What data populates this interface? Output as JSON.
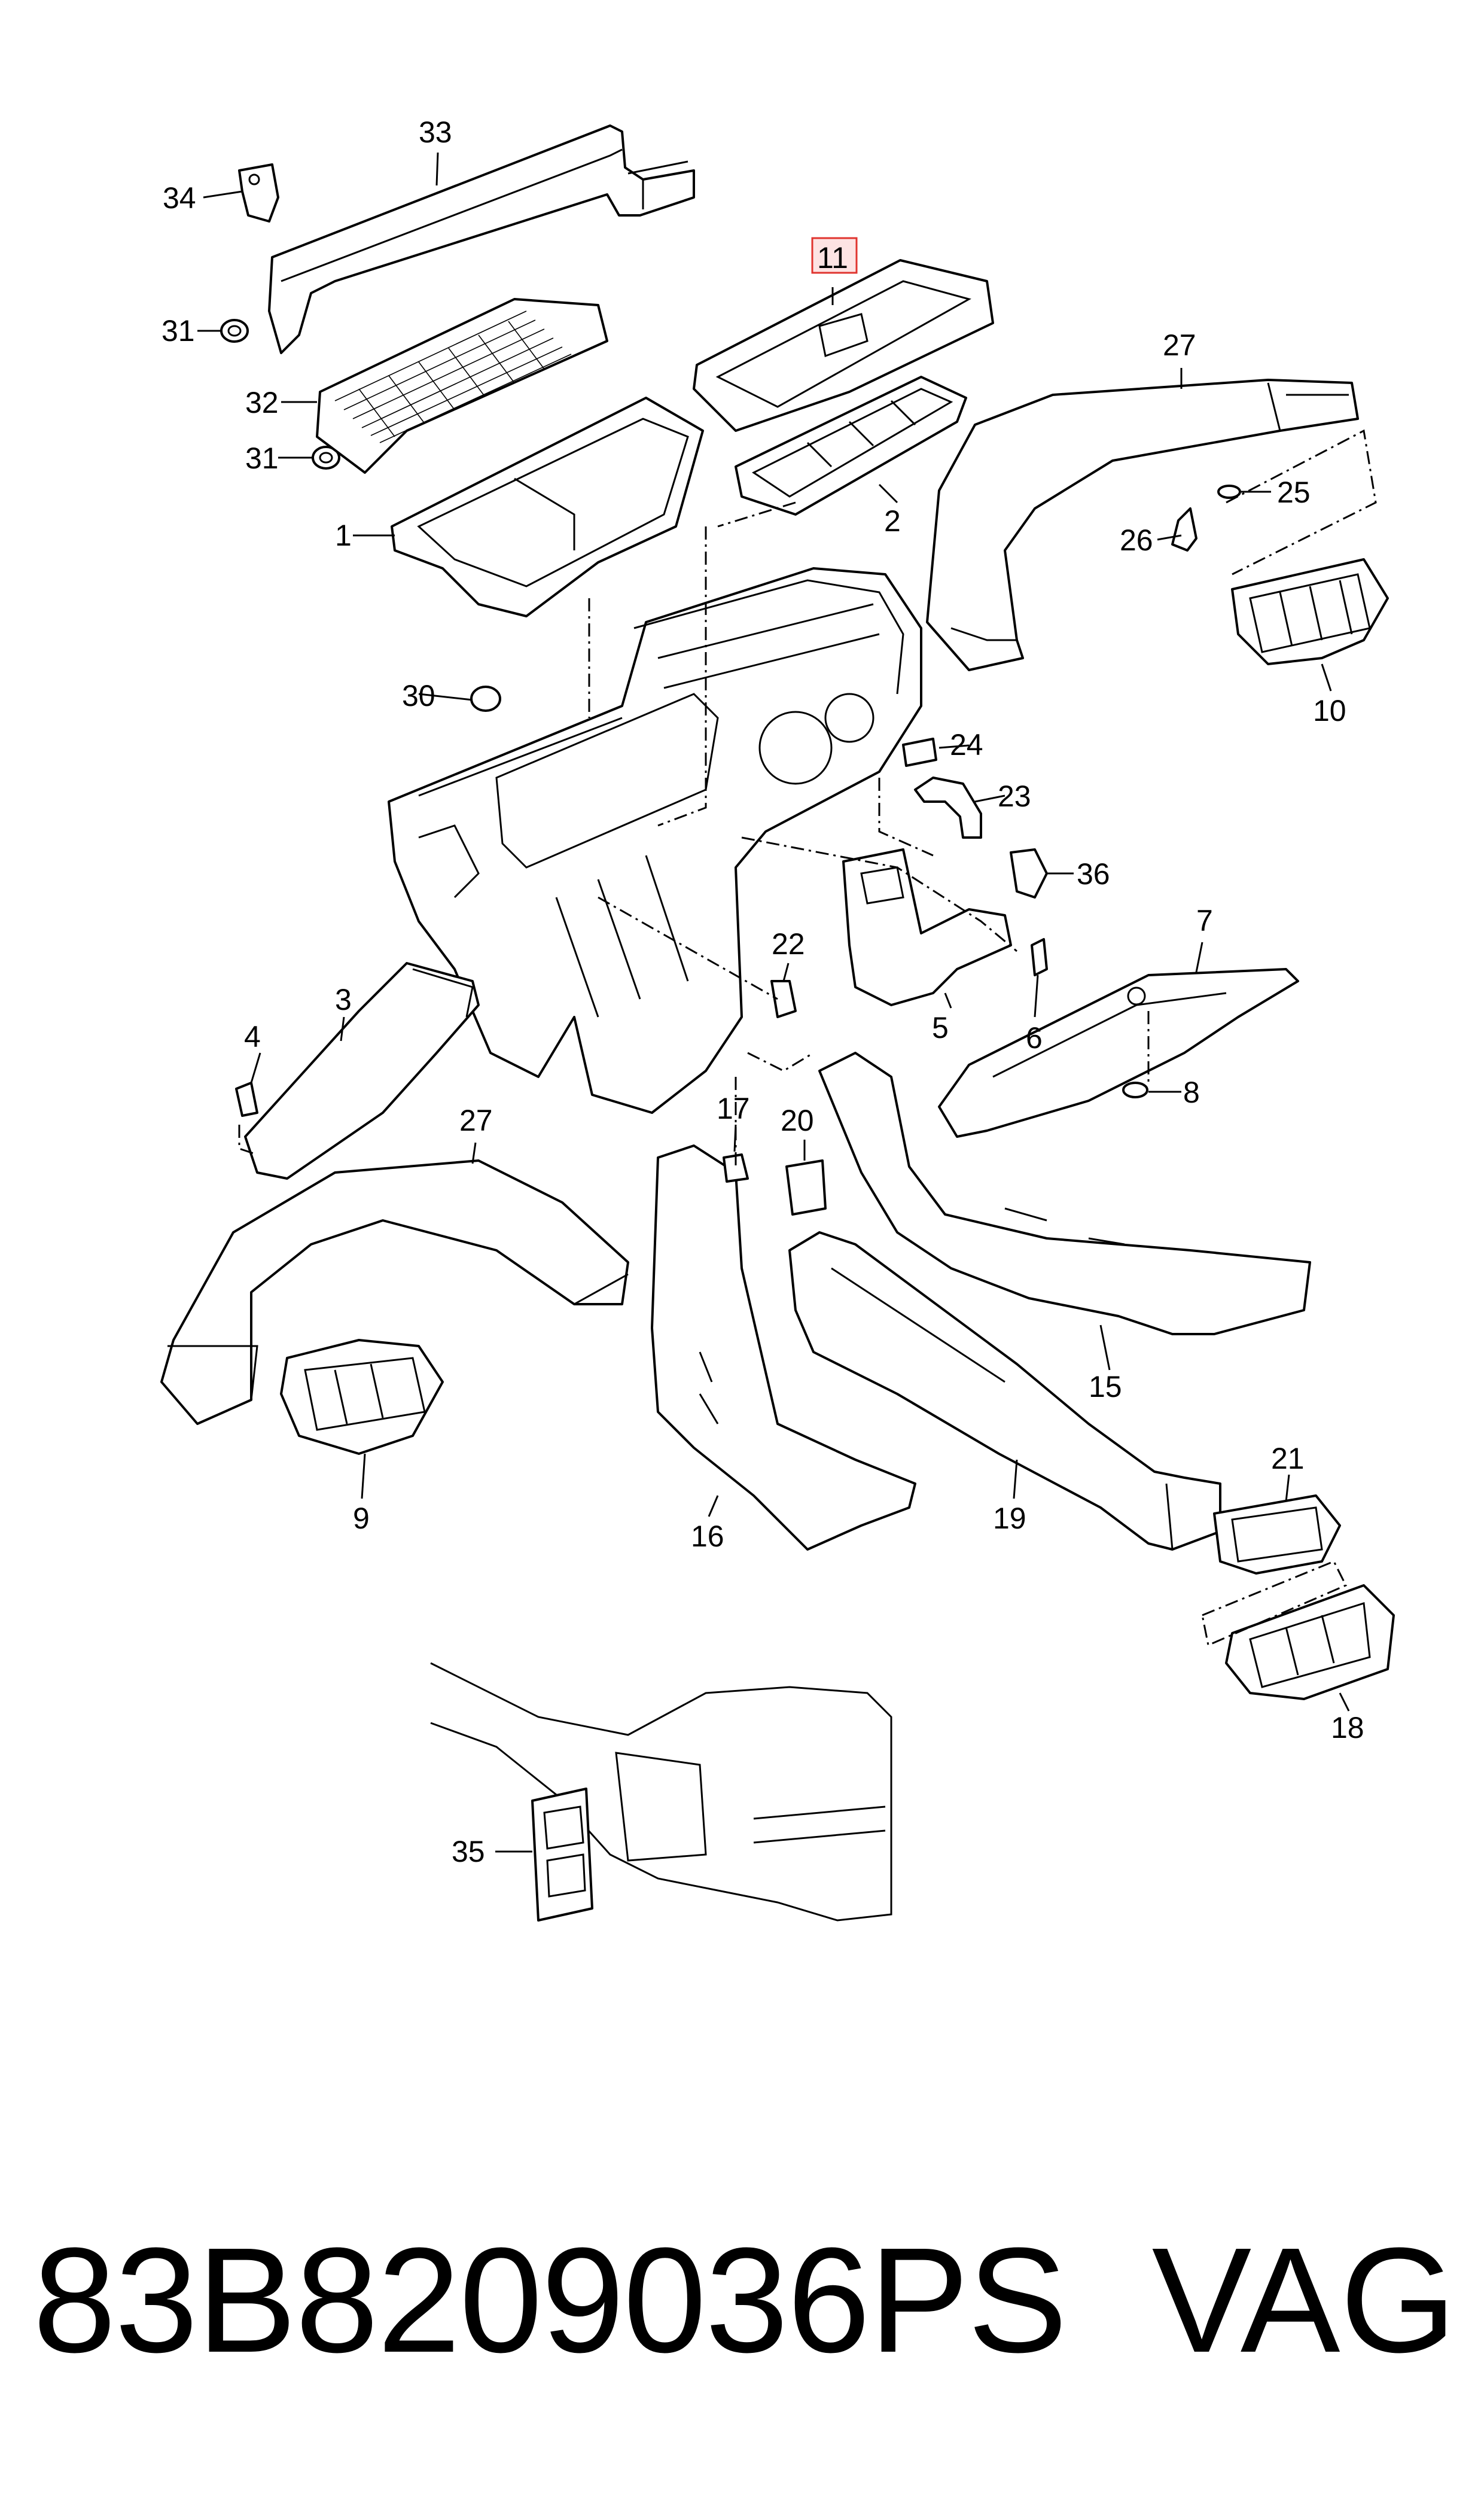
{
  "callouts": {
    "c1": "1",
    "c2": "2",
    "c3": "3",
    "c4": "4",
    "c5": "5",
    "c6": "6",
    "c7": "7",
    "c8": "8",
    "c9": "9",
    "c10": "10",
    "c11": "11",
    "c15": "15",
    "c16": "16",
    "c17": "17",
    "c18": "18",
    "c19": "19",
    "c20": "20",
    "c21": "21",
    "c22": "22",
    "c23": "23",
    "c24": "24",
    "c25": "25",
    "c26": "26",
    "c27a": "27",
    "c27b": "27",
    "c30": "30",
    "c31a": "31",
    "c31b": "31",
    "c32": "32",
    "c33": "33",
    "c34": "34",
    "c35": "35",
    "c36": "36"
  },
  "highlight_color": "#e0342f",
  "caption": {
    "part_number": "83B8209036PS",
    "brand": "VAG"
  }
}
